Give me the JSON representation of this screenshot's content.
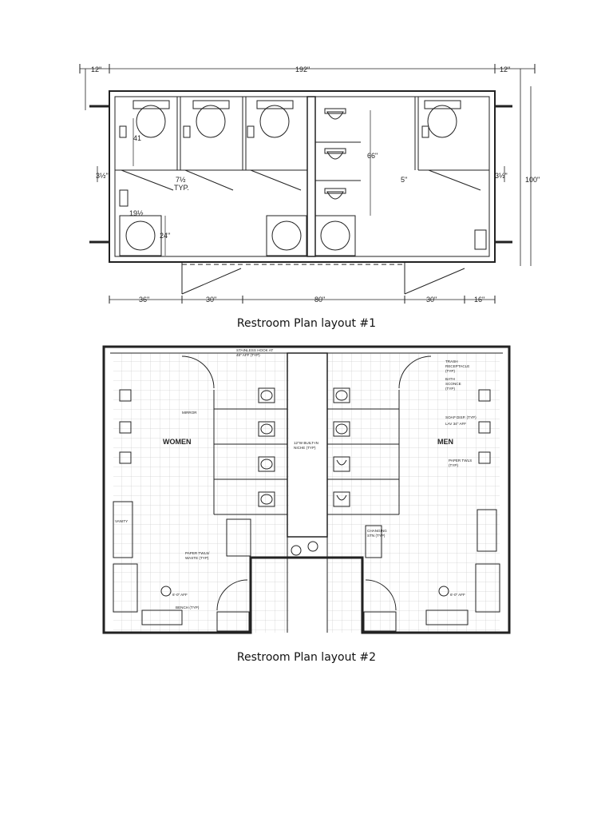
{
  "captions": {
    "layout1": "Restroom Plan layout #1",
    "layout2": "Restroom Plan layout #2"
  },
  "layout1": {
    "top_dims": {
      "left": "12\"",
      "middle": "192\"",
      "right": "12\""
    },
    "bottom_dims": {
      "d1": "36\"",
      "d2": "30\"",
      "d3": "80\"",
      "d4": "30\"",
      "d5": "16\""
    },
    "side_dims": {
      "overall_height": "100\"",
      "left_offset": "3½\"",
      "right_offset": "3½\""
    },
    "interior_dims": {
      "stall_41": "41",
      "door_gap": "7½",
      "typ": "TYP.",
      "lav_19": "19½",
      "lav_24": "24\"",
      "urinal_66": "66\"",
      "urinal_5": "5\""
    }
  },
  "layout2": {
    "rooms": {
      "women": "WOMEN",
      "men": "MEN"
    },
    "labels": {
      "stainless_hook": "STAINLESS HOOK AT",
      "stainless_hook_2": "48\" AFF (TYP)",
      "mirror": "MIRROR",
      "niche": "12\"W BUILT-IN",
      "niche_2": "NICHE (TYP)",
      "trash": "TRASH",
      "trash_2": "RECEPTACLE",
      "trash_3": "(TYP)",
      "bath": "BATH",
      "bath_2": "SCONCE",
      "bath_3": "(TYP)",
      "soap": "SOAP DISP. (TYP)",
      "lav": "LAV 34\" AFF",
      "paper_twls": "PAPER TWLS",
      "paper_twls_2": "(TYP)",
      "vanity": "VANITY",
      "paper_waste": "PAPER TWLS/",
      "paper_waste_2": "WASTE (TYP)",
      "changing": "CHANGING",
      "changing_2": "STN (TYP)",
      "aff_left": "6'-0\" AFF",
      "aff_right": "6'-0\" AFF",
      "bench": "BENCH (TYP)"
    }
  }
}
